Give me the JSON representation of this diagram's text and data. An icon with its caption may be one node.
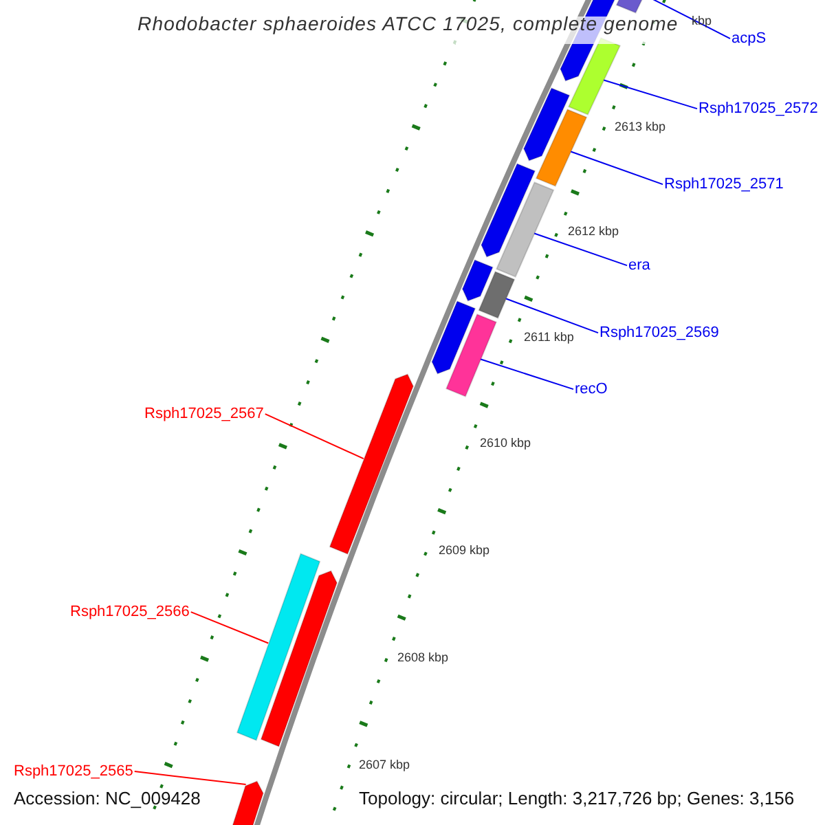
{
  "diagram": {
    "title": "Rhodobacter sphaeroides ATCC 17025, complete genome",
    "nodes": [
      {
        "text": [
          "acpS"
        ]
      },
      {
        "text": [],
        "shape": "bar"
      },
      {
        "text": [
          "Rsph17025_2572"
        ]
      },
      {
        "text": [],
        "shape": "bar"
      },
      {
        "text": [
          "Rsph17025_2571"
        ]
      },
      {
        "text": [],
        "shape": "bar"
      },
      {
        "text": [
          "era"
        ]
      },
      {
        "text": [],
        "shape": "bar"
      },
      {
        "text": [
          "Rsph17025_2569"
        ]
      },
      {
        "text": [],
        "shape": "bar"
      },
      {
        "text": [
          "recO"
        ]
      },
      {
        "text": [],
        "shape": "bar"
      },
      {
        "text": [
          "Rsph17025_2567"
        ]
      },
      {
        "text": [],
        "shape": "bar"
      },
      {
        "text": [
          "Rsph17025_2566"
        ]
      },
      {
        "text": [],
        "shape": "bar"
      },
      {
        "text": [
          "Rsph17025_2565"
        ]
      },
      {
        "text": [],
        "shape": "bar"
      },
      {
        "text": [],
        "shape": "bar"
      },
      {
        "text": [],
        "shape": "bar"
      },
      {
        "text": [],
        "shape": "bar"
      },
      {
        "text": [],
        "shape": "bar"
      },
      {
        "text": [],
        "shape": "bar"
      },
      {
        "text": [],
        "shape": "bar"
      }
    ],
    "edges": [
      {
        "from": 0,
        "to": 1,
        "arrow": "none"
      },
      {
        "from": 2,
        "to": 3,
        "arrow": "none"
      },
      {
        "from": 4,
        "to": 5,
        "arrow": "none"
      },
      {
        "from": 6,
        "to": 7,
        "arrow": "none"
      },
      {
        "from": 8,
        "to": 9,
        "arrow": "none"
      },
      {
        "from": 10,
        "to": 11,
        "arrow": "none"
      },
      {
        "from": 12,
        "to": 13,
        "arrow": "none",
        "color": "#ff0000"
      },
      {
        "from": 14,
        "to": 15,
        "arrow": "none",
        "color": "#ff0000"
      },
      {
        "from": 16,
        "to": 17,
        "arrow": "none",
        "color": "#ff0000"
      }
    ],
    "labels": [
      "kbp",
      "2613 kbp",
      "2612 kbp",
      "2611 kbp",
      "2610 kbp",
      "2609 kbp",
      "2608 kbp",
      "2607 kbp",
      "Accession: NC_009428",
      "Topology: circular; Length: 3,217,726 bp; Genes: 3,156"
    ]
  }
}
